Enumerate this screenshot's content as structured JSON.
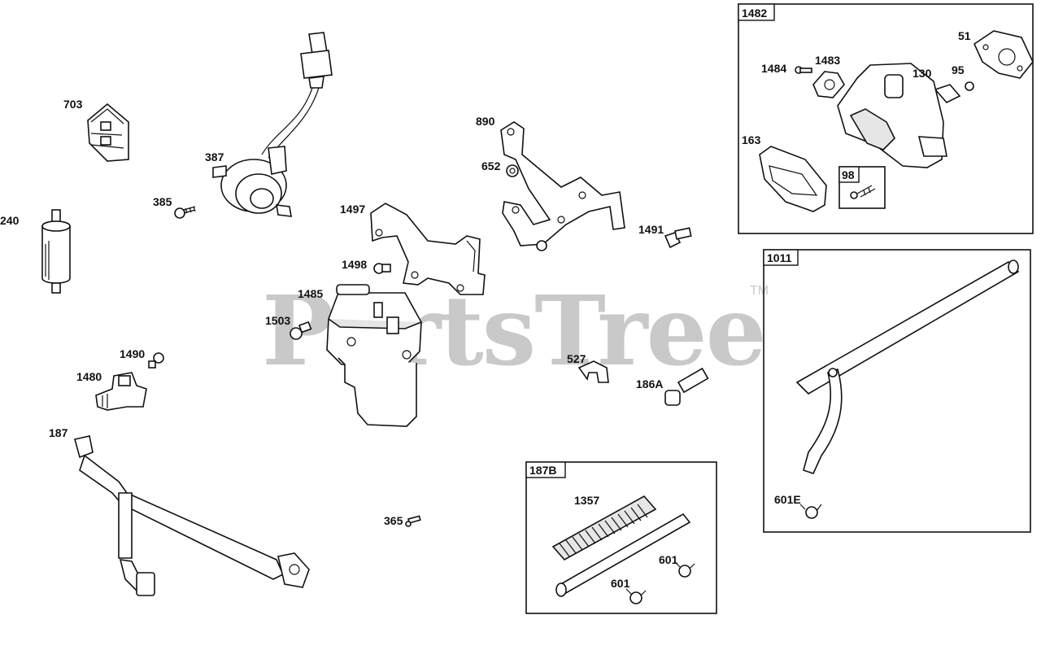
{
  "watermark": {
    "text": "PartsTree",
    "tm": "TM"
  },
  "callouts": {
    "p703": "703",
    "p387": "387",
    "p385": "385",
    "p240": "240",
    "p890": "890",
    "p652": "652",
    "p1497": "1497",
    "p1491": "1491",
    "p1498": "1498",
    "p1485": "1485",
    "p1503": "1503",
    "p1490": "1490",
    "p1480": "1480",
    "p527": "527",
    "p186A": "186A",
    "p187": "187",
    "p365": "365"
  },
  "kits": {
    "k1482": {
      "title": "1482",
      "parts": {
        "p1484": "1484",
        "p1483": "1483",
        "p51": "51",
        "p95": "95",
        "p130": "130",
        "p163": "163",
        "p98": "98"
      }
    },
    "k1011": {
      "title": "1011",
      "parts": {
        "p601E": "601E"
      }
    },
    "k187B": {
      "title": "187B",
      "parts": {
        "p1357": "1357",
        "p601a": "601",
        "p601b": "601"
      }
    }
  }
}
